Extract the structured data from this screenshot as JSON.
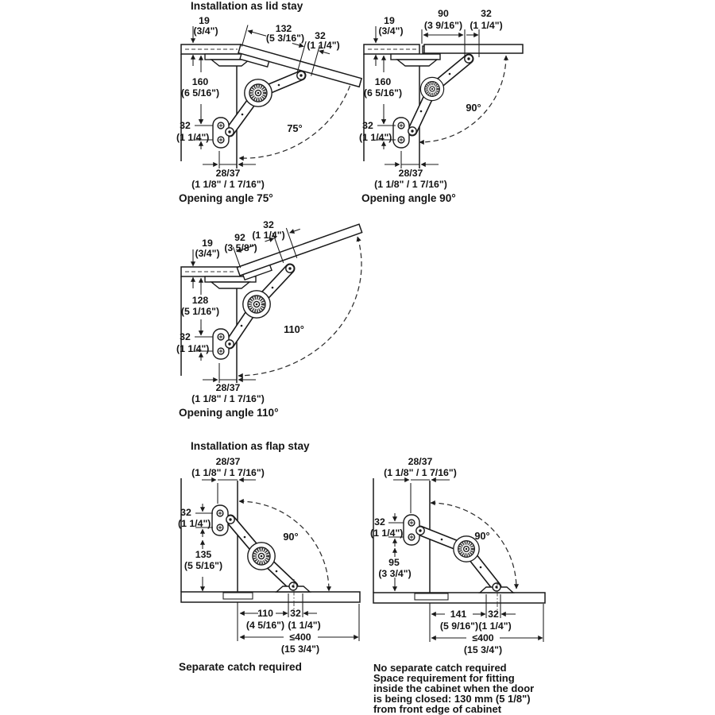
{
  "titles": {
    "lid_stay": "Installation as lid stay",
    "flap_stay": "Installation as flap stay"
  },
  "diagram1": {
    "caption": "Opening angle 75°",
    "angle": "75°",
    "panel_thickness_mm": "19",
    "panel_thickness_in": "(3/4\")",
    "lid_length_mm": "132",
    "lid_length_in": "(5 3/16\")",
    "lid_offset_mm": "32",
    "lid_offset_in": "(1 1/4\")",
    "side_height_mm": "160",
    "side_height_in": "(6 5/16\")",
    "plate_spacing_mm": "32",
    "plate_spacing_in": "(1 1/4\")",
    "front_distance_mm": "28/37",
    "front_distance_in": "(1 1/8\" / 1 7/16\")"
  },
  "diagram2": {
    "caption": "Opening angle 90°",
    "angle": "90°",
    "panel_thickness_mm": "19",
    "panel_thickness_in": "(3/4\")",
    "top_distance_mm": "90",
    "top_distance_in": "(3 9/16\")",
    "lid_offset_mm": "32",
    "lid_offset_in": "(1 1/4\")",
    "side_height_mm": "160",
    "side_height_in": "(6 5/16\")",
    "plate_spacing_mm": "32",
    "plate_spacing_in": "(1 1/4\")",
    "front_distance_mm": "28/37",
    "front_distance_in": "(1 1/8\" / 1 7/16\")"
  },
  "diagram3": {
    "caption": "Opening angle 110°",
    "angle": "110°",
    "panel_thickness_mm": "19",
    "panel_thickness_in": "(3/4\")",
    "lid_length_mm": "92",
    "lid_length_in": "(3 5/8\")",
    "lid_offset_mm": "32",
    "lid_offset_in": "(1 1/4\")",
    "side_height_mm": "128",
    "side_height_in": "(5 1/16\")",
    "plate_spacing_mm": "32",
    "plate_spacing_in": "(1 1/4\")",
    "front_distance_mm": "28/37",
    "front_distance_in": "(1 1/8\" / 1 7/16\")"
  },
  "diagram4": {
    "caption": "Separate catch required",
    "angle": "90°",
    "front_distance_mm": "28/37",
    "front_distance_in": "(1 1/8\" / 1 7/16\")",
    "plate_spacing_mm": "32",
    "plate_spacing_in": "(1 1/4\")",
    "side_height_mm": "135",
    "side_height_in": "(5 5/16\")",
    "base_distance_mm": "110",
    "base_distance_in": "(4 5/16\")",
    "base_offset_mm": "32",
    "base_offset_in": "(1 1/4\")",
    "max_width_mm": "≤400",
    "max_width_in": "(15 3/4\")"
  },
  "diagram5": {
    "angle": "90°",
    "front_distance_mm": "28/37",
    "front_distance_in": "(1 1/8\" / 1 7/16\")",
    "plate_spacing_mm": "32",
    "plate_spacing_in": "(1 1/4\")",
    "side_height_mm": "95",
    "side_height_in": "(3 3/4\")",
    "base_distance_mm": "141",
    "base_distance_in": "(5 9/16\")",
    "base_offset_mm": "32",
    "base_offset_in": "(1 1/4\")",
    "max_width_mm": "≤400",
    "max_width_in": "(15 3/4\")",
    "notes": [
      "No separate catch required",
      "Space requirement for fitting",
      "inside the cabinet when the door",
      "is being closed: 130 mm (5 1/8\")",
      "from front edge of cabinet"
    ]
  }
}
